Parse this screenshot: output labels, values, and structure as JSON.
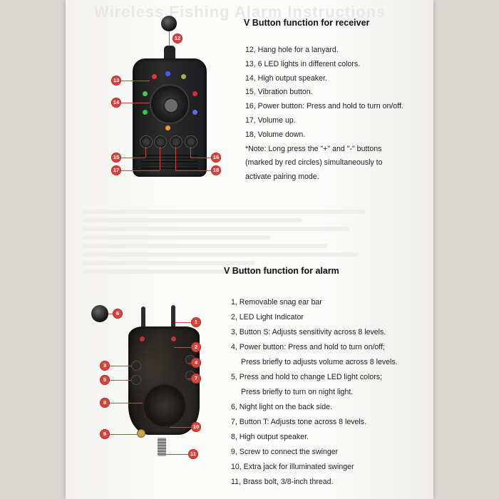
{
  "background_title": "Wireless Fishing Alarm Instructions",
  "receiver": {
    "heading": "V Button function for receiver",
    "items": [
      "12, Hang hole for a lanyard.",
      "13, 6 LED lights in different colors.",
      "14, High output speaker.",
      "15, Vibration button.",
      "16, Power button: Press and hold to turn on/off.",
      "17, Volume up.",
      "18, Volume down.",
      "*Note: Long press the \"+\" and \"-\" buttons",
      "(marked by red circles) simultaneously to",
      "activate pairing mode."
    ],
    "callouts": [
      "12",
      "13",
      "14",
      "15",
      "16",
      "17",
      "18"
    ]
  },
  "alarm": {
    "heading": "V Button function for alarm",
    "items": [
      "1, Removable snag ear bar",
      "2, LED Light Indicator",
      "3, Button S: Adjusts sensitivity across 8 levels.",
      "4, Power button: Press and hold to turn on/off;",
      "Press briefly to adjusts volume across 8 levels.",
      "5, Press and hold to change LED light colors;",
      "Press briefly to turn on night light.",
      "6, Night light on the back side.",
      "7, Button T: Adjusts tone across 8 levels.",
      "8, High output speaker.",
      "9, Screw to connect the swinger",
      "10, Extra jack for illuminated swinger",
      "11, Brass bolt, 3/8-inch thread."
    ],
    "callouts": [
      "1",
      "2",
      "3",
      "4",
      "5",
      "6",
      "7",
      "8",
      "9",
      "10",
      "11"
    ]
  },
  "colors": {
    "callout_red": "#d8433e",
    "device_black": "#1d1d1f",
    "page_white": "#fbfbf9"
  }
}
